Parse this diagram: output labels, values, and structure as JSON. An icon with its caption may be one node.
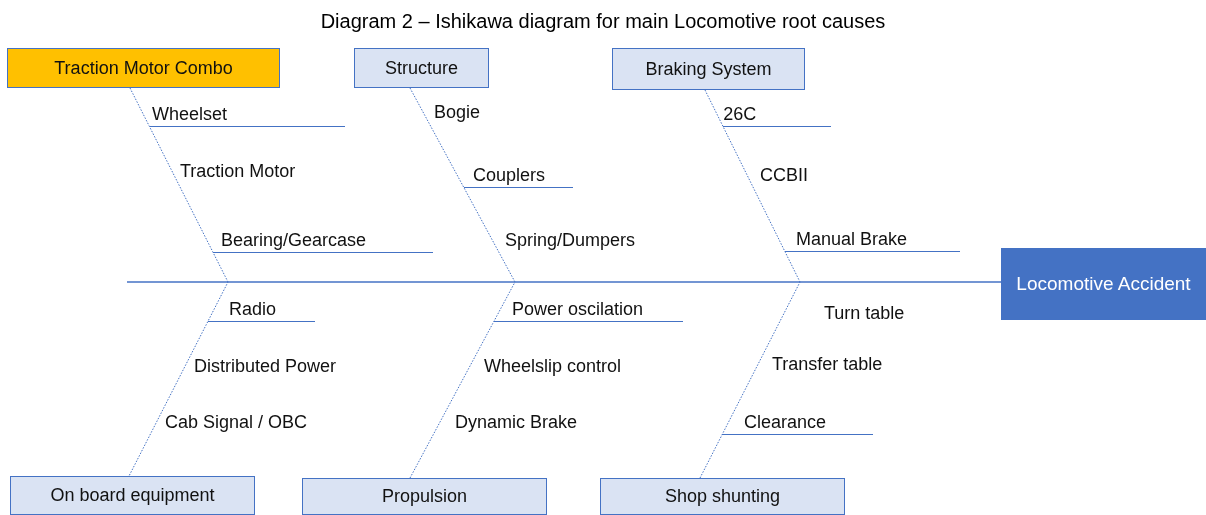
{
  "diagram": {
    "title": "Diagram 2 – Ishikawa diagram for main Locomotive root causes",
    "nodes": [
      {
        "text": [
          "Traction Motor Combo"
        ]
      },
      {
        "text": [
          "Structure"
        ]
      },
      {
        "text": [
          "Braking System"
        ]
      },
      {
        "text": [
          "Wheelset"
        ]
      },
      {
        "text": [
          "Traction Motor"
        ]
      },
      {
        "text": [
          "Bearing/Gearcase"
        ]
      },
      {
        "text": [
          "Bogie"
        ]
      },
      {
        "text": [
          "Couplers"
        ]
      },
      {
        "text": [
          "Spring/Dumpers"
        ]
      },
      {
        "text": [
          "26C"
        ]
      },
      {
        "text": [
          "CCBII"
        ]
      },
      {
        "text": [
          "Manual Brake"
        ]
      },
      {
        "text": [
          "Locomotive Accident"
        ]
      },
      {
        "text": [
          "Radio"
        ]
      },
      {
        "text": [
          "Distributed Power"
        ]
      },
      {
        "text": [
          "Cab Signal / OBC"
        ]
      },
      {
        "text": [
          "Power oscilation"
        ]
      },
      {
        "text": [
          "Wheelslip control"
        ]
      },
      {
        "text": [
          "Dynamic Brake"
        ]
      },
      {
        "text": [
          "Turn table"
        ]
      },
      {
        "text": [
          "Transfer table"
        ]
      },
      {
        "text": [
          "Clearance"
        ]
      },
      {
        "text": [
          "On board equipment"
        ]
      },
      {
        "text": [
          "Propulsion"
        ]
      },
      {
        "text": [
          "Shop shunting"
        ]
      }
    ],
    "edges": [
      {
        "from": 0,
        "to": null,
        "arrow": "none",
        "style": "dashed"
      },
      {
        "from": 1,
        "to": null,
        "arrow": "none",
        "style": "dashed"
      },
      {
        "from": 2,
        "to": null,
        "arrow": "none",
        "style": "dashed"
      },
      {
        "from": 22,
        "to": null,
        "arrow": "none",
        "style": "dashed"
      },
      {
        "from": 23,
        "to": null,
        "arrow": "none",
        "style": "dashed"
      },
      {
        "from": 24,
        "to": null,
        "arrow": "none",
        "style": "dashed"
      },
      {
        "from": null,
        "to": 12,
        "arrow": "none"
      }
    ]
  }
}
